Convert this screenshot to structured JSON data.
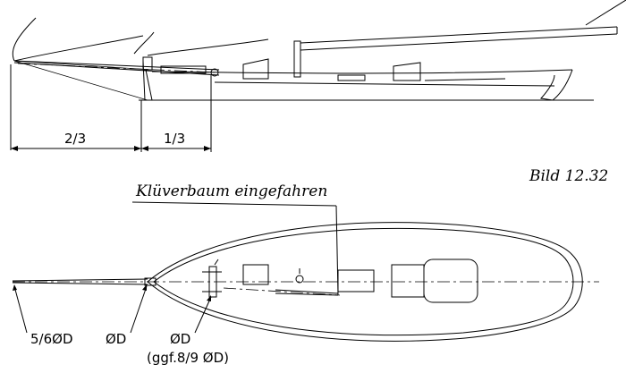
{
  "figure": {
    "caption": "Bild 12.32",
    "annotation_top": "Klüverbaum eingefahren"
  },
  "dimensions": {
    "side_view_left": "2/3",
    "side_view_right": "1/3"
  },
  "plan_labels": {
    "tip_diameter": "5/6ØD",
    "stem_diameter": "ØD",
    "bitts_diameter": "ØD",
    "bitts_alt": "(ggf.8/9 ØD)"
  }
}
